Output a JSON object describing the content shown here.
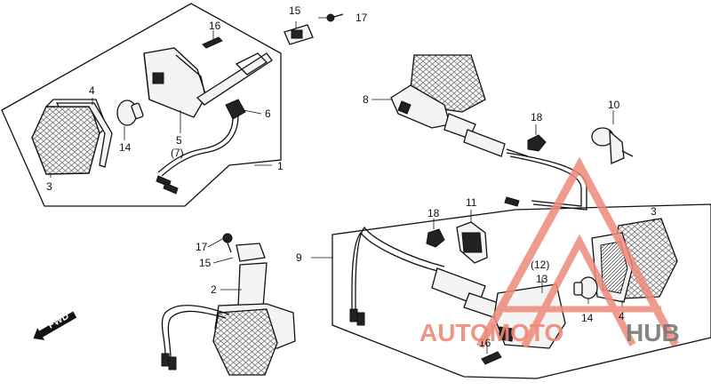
{
  "callouts": {
    "c1": "1",
    "c2": "2",
    "c3a": "3",
    "c3b": "3",
    "c4a": "4",
    "c4b": "4",
    "c5": "5",
    "c7": "(7)",
    "c6": "6",
    "c8": "8",
    "c9": "9",
    "c10": "10",
    "c11": "11",
    "c12": "(12)",
    "c13": "13",
    "c14a": "14",
    "c14b": "14",
    "c15a": "15",
    "c15b": "15",
    "c16a": "16",
    "c16b": "16",
    "c17a": "17",
    "c17b": "17",
    "c18a": "18",
    "c18b": "18"
  },
  "direction": {
    "label": "FWD"
  },
  "watermark": {
    "part1": "AUTOMOTO",
    "part2": "HUB",
    "color_main": "#ee8a7a",
    "color_accent": "#777777"
  }
}
